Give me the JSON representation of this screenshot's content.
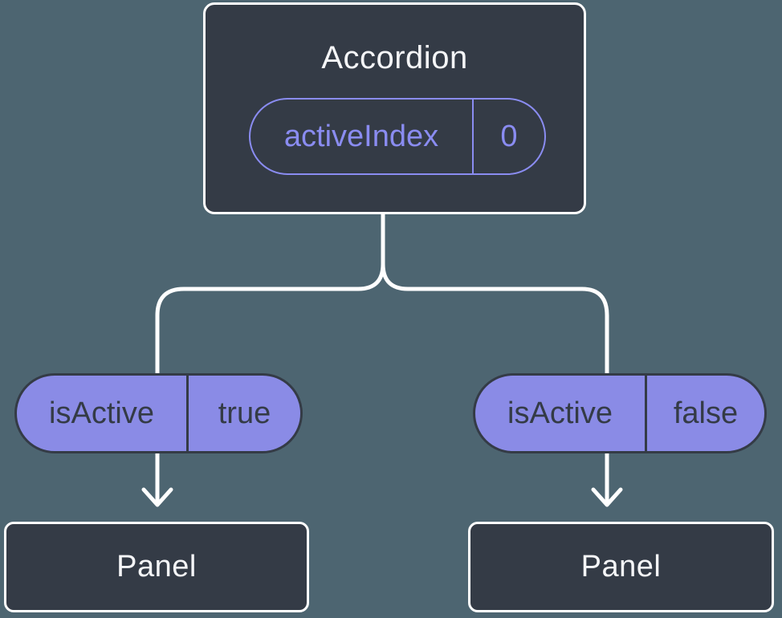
{
  "colors": {
    "background": "#4D6571",
    "node_fill": "#343B46",
    "node_border": "#FFFFFF",
    "accent_purple_outline": "#8A8CF1",
    "pill_fill_purple": "#8A8BE6",
    "pill_text_dark": "#343B46",
    "text_light": "#F5F6F8",
    "connector": "#FFFFFF"
  },
  "tree": {
    "root": {
      "title": "Accordion",
      "prop_pill": {
        "name": "activeIndex",
        "value": "0"
      }
    },
    "children": [
      {
        "prop_pill": {
          "name": "isActive",
          "value": "true"
        },
        "node": {
          "title": "Panel"
        }
      },
      {
        "prop_pill": {
          "name": "isActive",
          "value": "false"
        },
        "node": {
          "title": "Panel"
        }
      }
    ]
  },
  "icons": {
    "left_arrow": "down-arrow-icon",
    "right_arrow": "down-arrow-icon"
  }
}
